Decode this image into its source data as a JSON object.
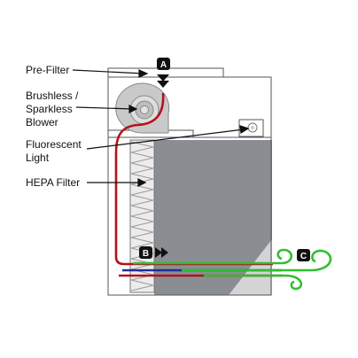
{
  "labels": {
    "pre_filter": "Pre-Filter",
    "blower_line1": "Brushless /",
    "blower_line2": "Sparkless",
    "blower_line3": "Blower",
    "light_line1": "Fluorescent",
    "light_line2": "Light",
    "hepa": "HEPA Filter"
  },
  "badges": {
    "a": "A",
    "b": "B",
    "c": "C"
  },
  "colors": {
    "outline": "#555555",
    "dark_gray": "#8a8e93",
    "light_gray": "#d4d4d6",
    "airflow_red": "#b3121d",
    "airflow_blue": "#1f2f8f",
    "airflow_green": "#2fbf2f",
    "badge_bg": "#111111"
  }
}
